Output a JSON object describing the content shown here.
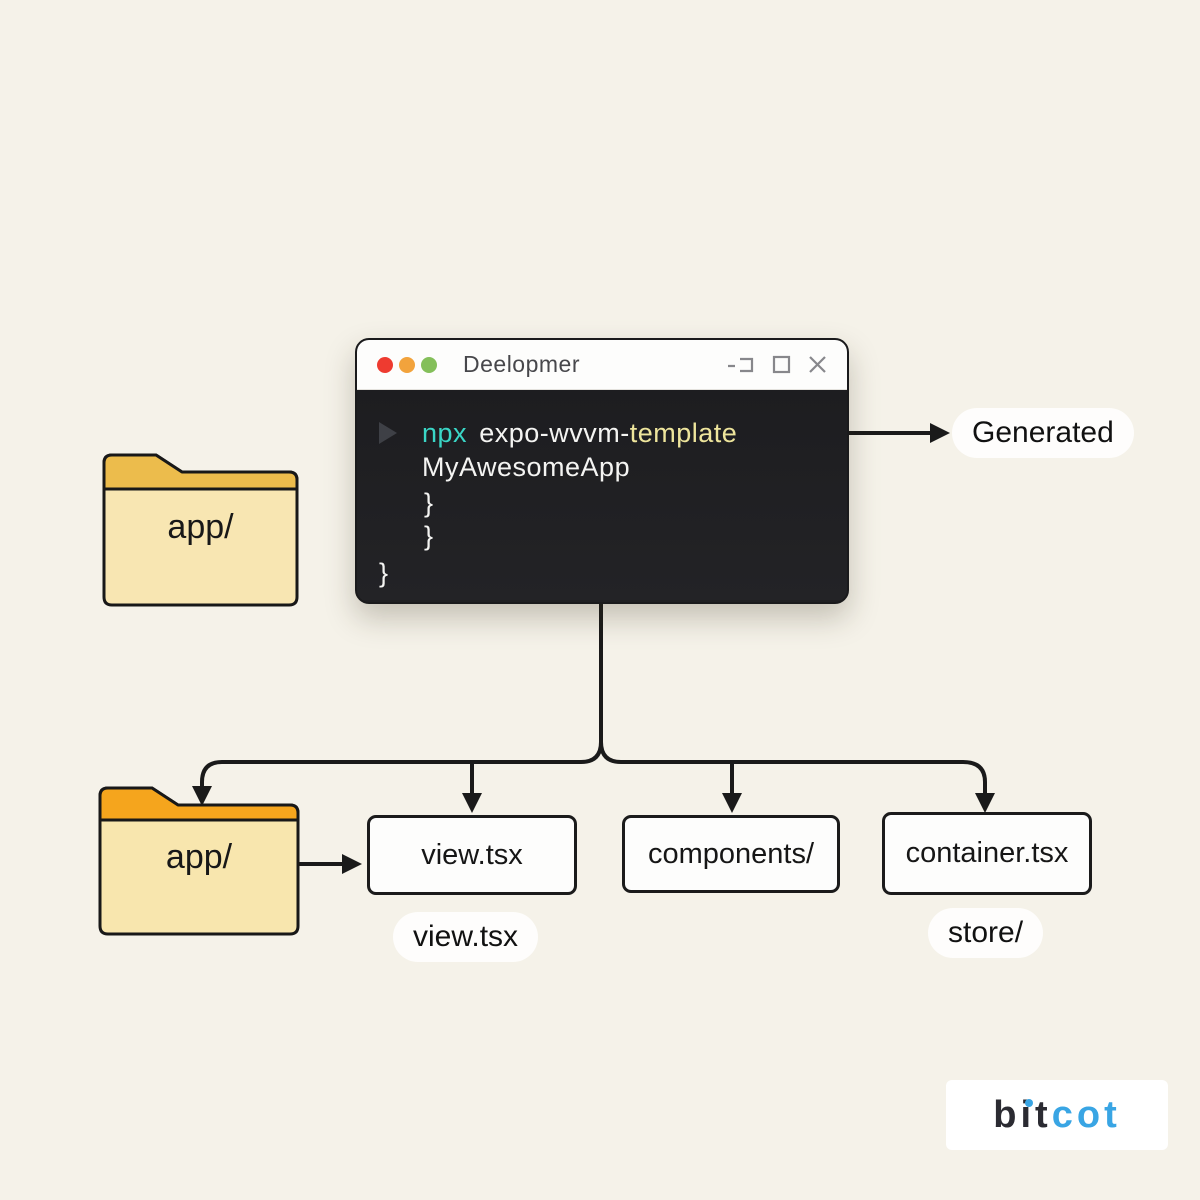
{
  "colors": {
    "background": "#f5f2e9",
    "terminal_body": "#1f1f22",
    "titlebar": "#fdfdfc",
    "accent_npx": "#3ad6c6",
    "accent_template": "#eee59c",
    "code_text": "#f4f4f2",
    "traffic_red": "#ee3b30",
    "traffic_yellow": "#f2a33c",
    "traffic_green": "#84bf5a",
    "folder_tab_top": "#ecbc4c",
    "folder_tab_bottom": "#f5a51d",
    "folder_body": "#f8e6b0",
    "outline": "#1a1a1a",
    "logo_dark": "#2b2b32",
    "logo_blue": "#39a5e4"
  },
  "terminal": {
    "title": "Deelopmer",
    "code": {
      "npx": "npx",
      "package": "expo-wvvm-",
      "template": "template",
      "app_name": "MyAwesomeApp",
      "brace_inner_1": "}",
      "brace_inner_2": "}",
      "brace_outer": "}"
    }
  },
  "labels": {
    "generated": "Generated",
    "top_folder": "app/",
    "bottom_folder": "app/",
    "view_file_caption": "view.tsx",
    "store_caption": "store/"
  },
  "boxes": [
    {
      "label": "view.tsx"
    },
    {
      "label": "components/"
    },
    {
      "label": "container.tsx"
    }
  ],
  "logo": {
    "bit": "bit",
    "cot": "cot"
  }
}
